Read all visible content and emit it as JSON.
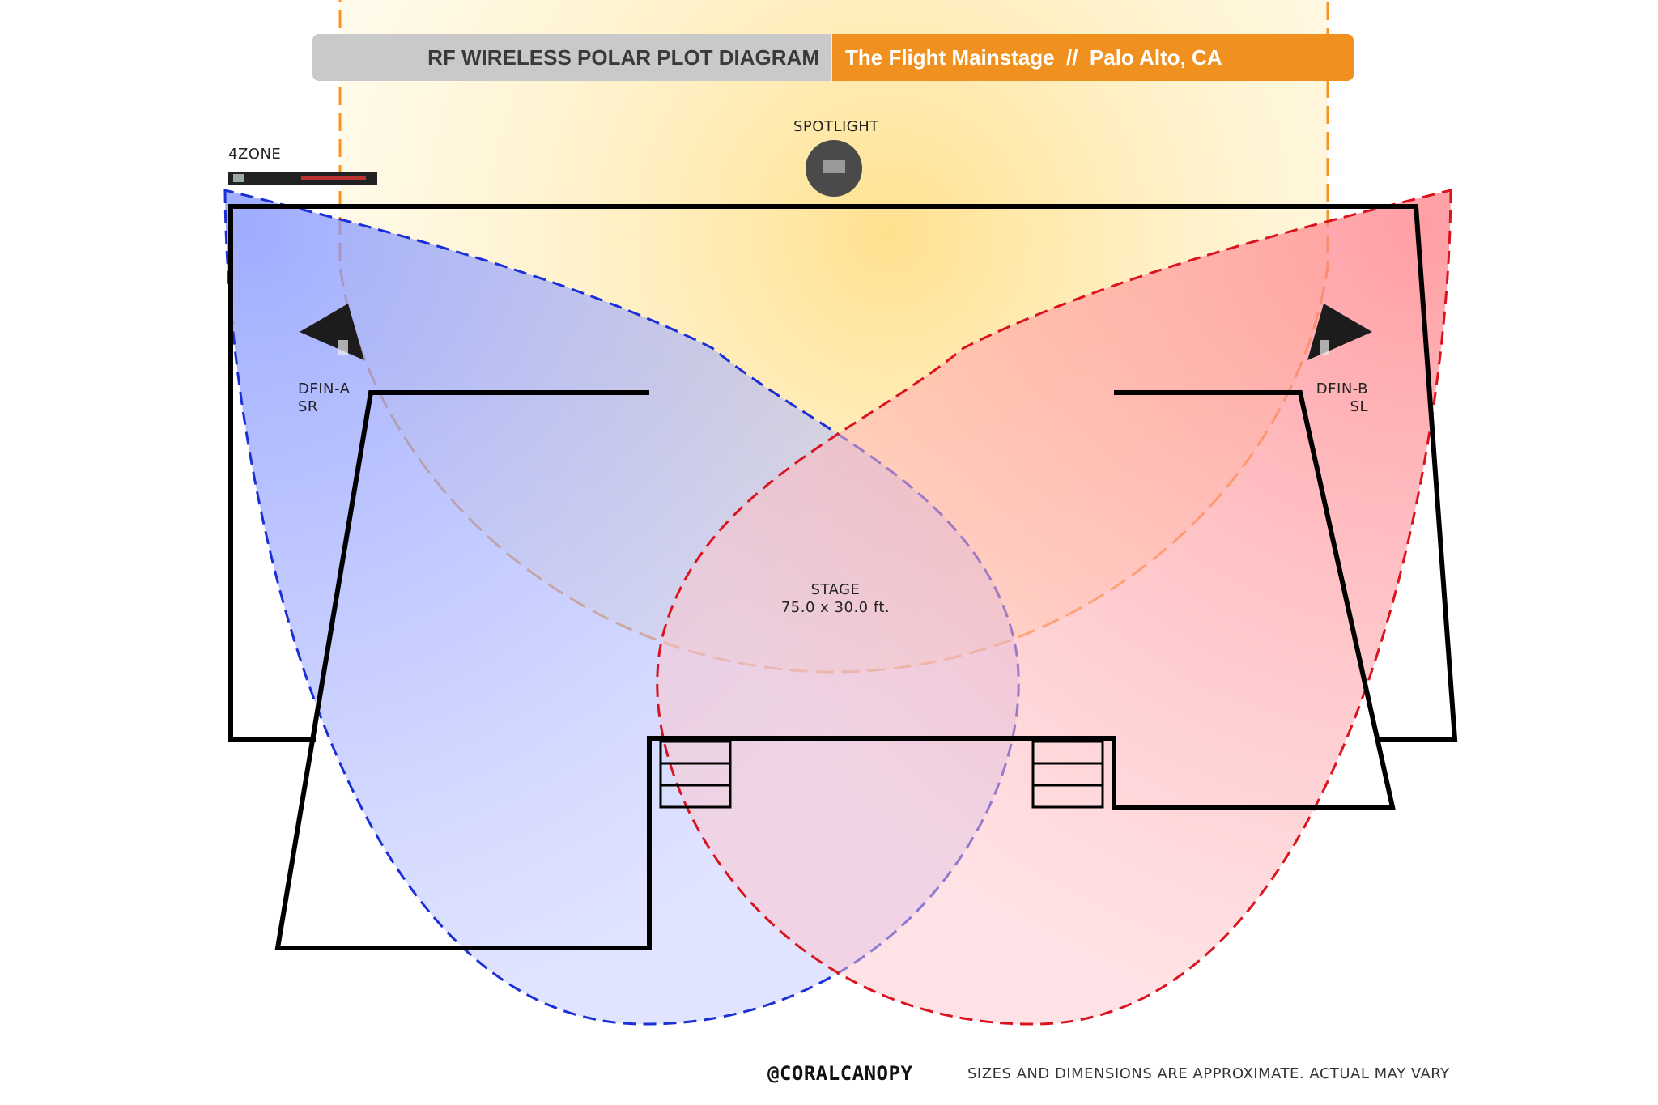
{
  "header": {
    "title": "RF WIRELESS POLAR PLOT DIAGRAM",
    "venue": "The Flight Mainstage  //  Palo Alto, CA"
  },
  "devices": {
    "spotlight": "SPOTLIGHT",
    "fourzone": "4ZONE",
    "dfin_a": {
      "name": "DFIN-A",
      "side": "SR"
    },
    "dfin_b": {
      "name": "DFIN-B",
      "side": "SL"
    }
  },
  "stage": {
    "label": "STAGE",
    "dimensions": "75.0 x 30.0 ft."
  },
  "footer": {
    "brand": "@CORALCANOPY",
    "disclaimer": "SIZES AND DIMENSIONS ARE APPROXIMATE. ACTUAL MAY VARY"
  },
  "colors": {
    "spotlight_zone": "#f7931e",
    "dfin_a_zone": "#1a2fd6",
    "dfin_b_zone": "#d9141e",
    "title_bar": "#c9c9c9",
    "venue_bar": "#f0901f"
  }
}
